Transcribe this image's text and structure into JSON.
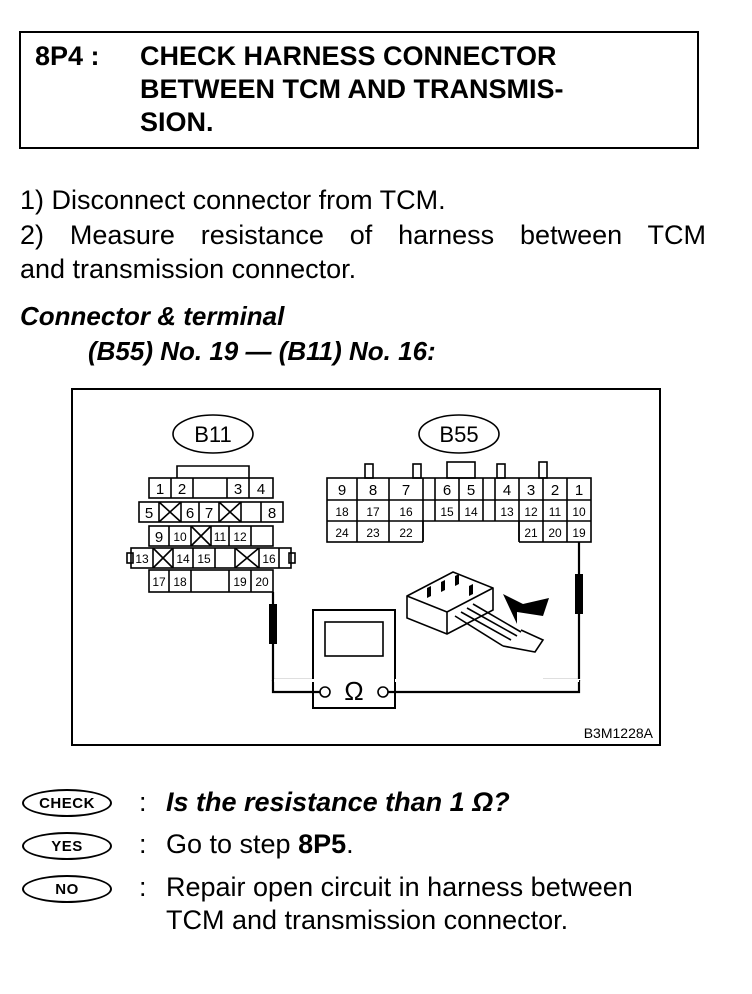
{
  "step": {
    "id": "8P4 :",
    "title_lines": [
      "CHECK HARNESS CONNECTOR",
      "BETWEEN TCM AND TRANSMIS-",
      "SION."
    ]
  },
  "instructions": [
    "1)  Disconnect connector from TCM.",
    "2)  Measure resistance of harness between TCM",
    "and transmission connector."
  ],
  "connector": {
    "label": "Connector & terminal",
    "value": "(B55) No. 19 — (B11) No. 16:"
  },
  "diagram": {
    "b11_label": "B11",
    "b55_label": "B55",
    "b11_pins": [
      "1",
      "2",
      "3",
      "4",
      "5",
      "6",
      "7",
      "8",
      "9",
      "10",
      "11",
      "12",
      "13",
      "14",
      "15",
      "16",
      "17",
      "18",
      "19",
      "20"
    ],
    "b55_row1": [
      "9",
      "8",
      "7",
      "6",
      "5",
      "4",
      "3",
      "2",
      "1"
    ],
    "b55_row2": [
      "18",
      "17",
      "16",
      "15",
      "14",
      "13",
      "12",
      "11",
      "10"
    ],
    "b55_row3": [
      "24",
      "23",
      "22",
      "21",
      "20",
      "19"
    ],
    "meter_symbol": "Ω",
    "figure_code": "B3M1228A"
  },
  "badges": {
    "check": "CHECK",
    "yes": "YES",
    "no": "NO"
  },
  "responses": {
    "colon": ":",
    "check_text": "Is the resistance than 1 Ω?",
    "yes_text_prefix": "Go to step ",
    "yes_text_step": "8P5",
    "yes_text_suffix": ".",
    "no_line1": "Repair open circuit in harness between",
    "no_line2": "TCM and transmission connector."
  }
}
